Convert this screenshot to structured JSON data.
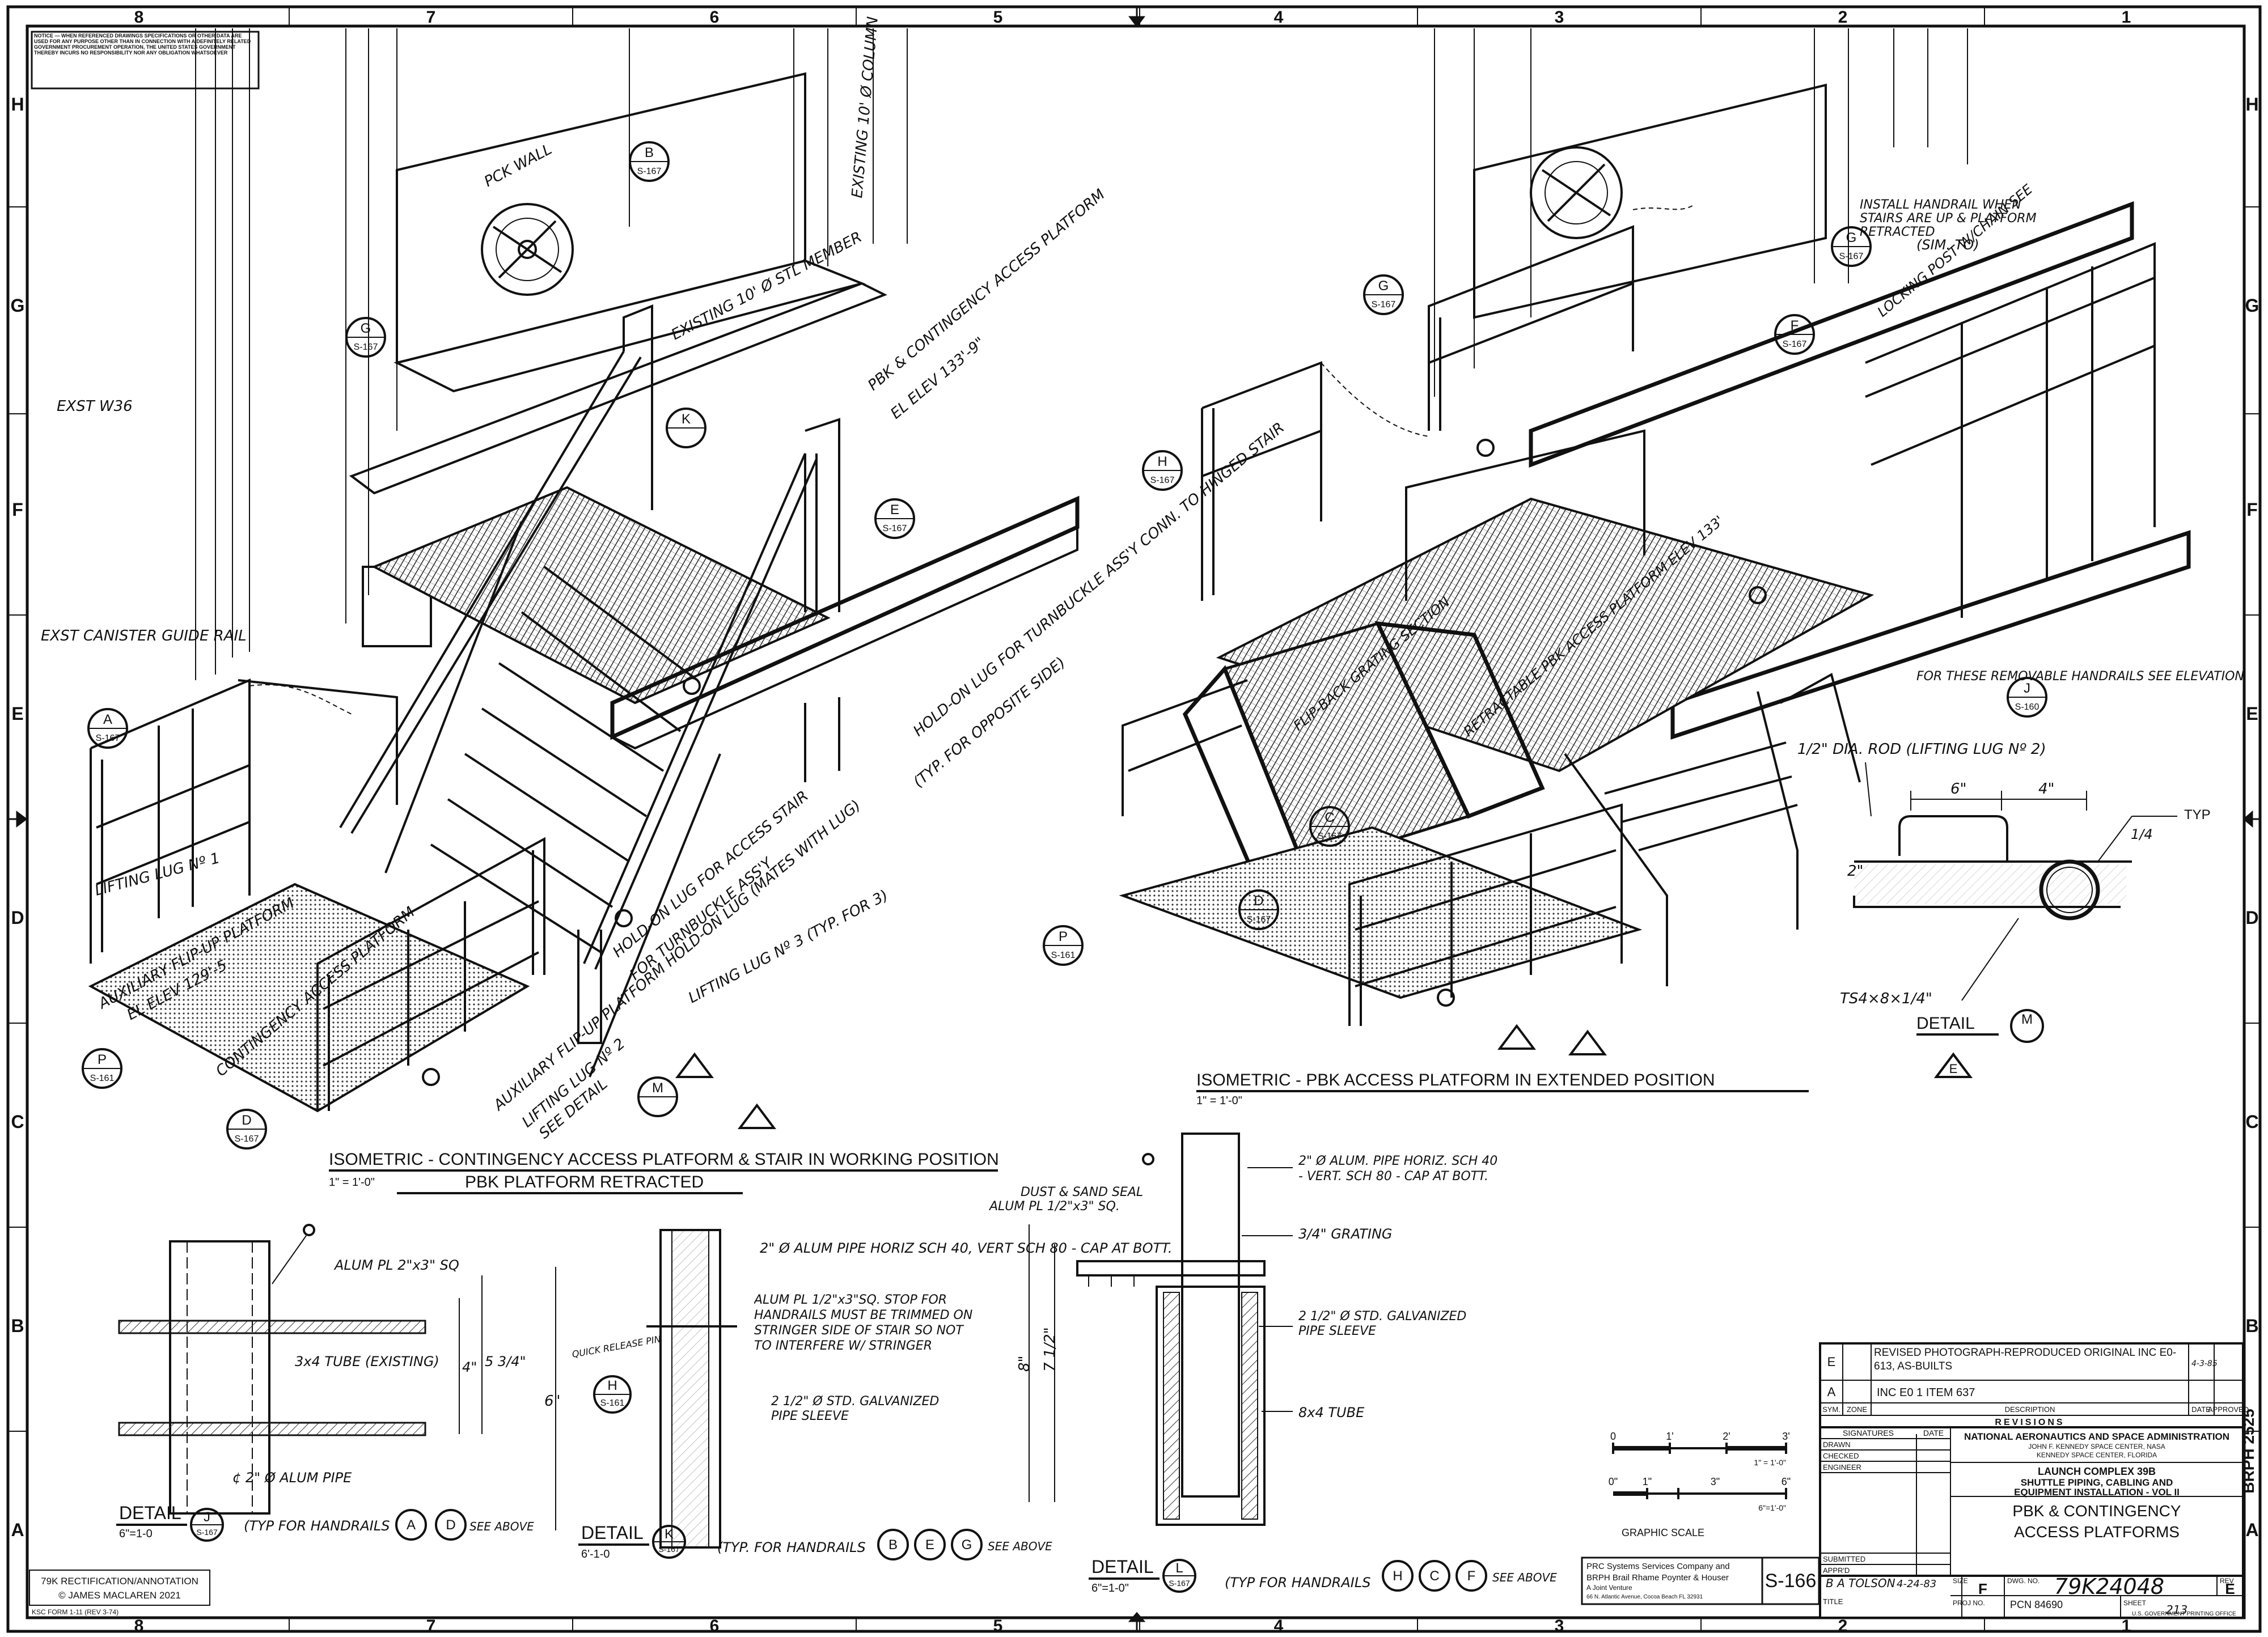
{
  "grid": {
    "columns": [
      "8",
      "7",
      "6",
      "5",
      "4",
      "3",
      "2",
      "1"
    ],
    "rows": [
      "H",
      "G",
      "F",
      "E",
      "D",
      "C",
      "B",
      "A"
    ]
  },
  "notice": "NOTICE — WHEN REFERENCED DRAWINGS SPECIFICATIONS OR OTHER DATA ARE USED FOR ANY PURPOSE OTHER THAN IN CONNECTION WITH A DEFINITELY RELATED GOVERNMENT PROCUREMENT OPERATION, THE UNITED STATES GOVERNMENT THEREBY INCURS NO RESPONSIBILITY NOR ANY OBLIGATION WHATSOEVER",
  "views": {
    "left": {
      "title": "ISOMETRIC - CONTINGENCY ACCESS PLATFORM & STAIR IN WORKING POSITION",
      "subtitle": "PBK PLATFORM RETRACTED",
      "scale": "1\" = 1'-0\""
    },
    "right": {
      "title": "ISOMETRIC - PBK ACCESS PLATFORM IN EXTENDED POSITION",
      "scale": "1\" = 1'-0\""
    }
  },
  "annotations_left": [
    "PCK WALL",
    "EXISTING 10' Ø COLUMN",
    "EXISTING 10' Ø STL MEMBER",
    "EXST W36",
    "PBK & CONTINGENCY ACCESS PLATFORM",
    "EL ELEV 133'-9\"",
    "EXST CANISTER GUIDE RAIL",
    "HOLD-ON LUG FOR TURNBUCKLE ASS'Y CONN. TO HINGED STAIR",
    "(TYP. FOR OPPOSITE SIDE)",
    "HOLD-ON LUG FOR ACCESS STAIR",
    "FOR TURNBUCKLE ASS'Y",
    "LIFTING LUG Nº 3 (TYP. FOR 3)",
    "LIFTING LUG Nº 1",
    "AUXILIARY FLIP-UP PLATFORM",
    "EL ELEV 129'-5",
    "CONTINGENCY ACCESS PLATFORM",
    "AUXILIARY FLIP-UP PLATFORM HOLD-ON LUG (MATES WITH LUG)",
    "LIFTING LUG Nº 2",
    "SEE DETAIL"
  ],
  "annotations_right": [
    "INSTALL HANDRAIL WHEN STAIRS ARE UP & PLATFORM RETRACTED",
    "(SIM. TO)",
    "LOCKING POST W/CHAIN SEE",
    "FLIP-BACK GRATING SECTION",
    "RETRACTABLE PBK ACCESS PLATFORM ELEV 133'",
    "FOR THESE REMOVABLE HANDRAILS SEE ELEVATION"
  ],
  "callouts": [
    {
      "letter": "B",
      "sheet": "S-167"
    },
    {
      "letter": "G",
      "sheet": "S-167"
    },
    {
      "letter": "K",
      "sheet": ""
    },
    {
      "letter": "E",
      "sheet": "S-167"
    },
    {
      "letter": "A",
      "sheet": "S-167"
    },
    {
      "letter": "P",
      "sheet": "S-161"
    },
    {
      "letter": "D",
      "sheet": "S-167"
    },
    {
      "letter": "M",
      "sheet": ""
    },
    {
      "letter": "G",
      "sheet": "S-167"
    },
    {
      "letter": "G",
      "sheet": "S-167"
    },
    {
      "letter": "H",
      "sheet": "S-167"
    },
    {
      "letter": "F",
      "sheet": "S-167"
    },
    {
      "letter": "J",
      "sheet": "S-160"
    },
    {
      "letter": "C",
      "sheet": "S-167"
    },
    {
      "letter": "D",
      "sheet": "S-167"
    },
    {
      "letter": "P",
      "sheet": "S-161"
    }
  ],
  "detail_m": {
    "rod": "1/2\" DIA. ROD (LIFTING LUG Nº 2)",
    "dim_a": "6\"",
    "dim_b": "4\"",
    "dim_h": "2\"",
    "weld": "1/4",
    "typ": "TYP",
    "tube": "TS4×8×1/4\"",
    "title": "DETAIL",
    "letter": "M",
    "ref_letter": "E"
  },
  "detail_j": {
    "note1": "ALUM PL 2\"x3\" SQ",
    "note2": "3x4 TUBE (EXISTING)",
    "note3": "¢ 2\" Ø ALUM PIPE",
    "dim1": "4\"",
    "dim2": "5 3/4\"",
    "title": "DETAIL",
    "letter": "J",
    "scale": "6\"=1-0",
    "sheet": "S-167",
    "typ": "(TYP FOR HANDRAILS",
    "refs": [
      "A",
      "D"
    ],
    "see": "SEE ABOVE"
  },
  "detail_k": {
    "note1": "2\" Ø ALUM PIPE HORIZ SCH 40, VERT SCH 80 - CAP AT BOTT.",
    "note2": "ALUM PL 1/2\"x3\"SQ. STOP FOR HANDRAILS MUST BE TRIMMED ON STRINGER SIDE OF STAIR SO NOT TO INTERFERE W/ STRINGER",
    "note3": "2 1/2\" Ø STD. GALVANIZED PIPE SLEEVE",
    "quick": "QUICK RELEASE PIN",
    "dim": "6\"",
    "callout": "H",
    "callout_sheet": "S-161",
    "title": "DETAIL",
    "letter": "K",
    "scale": "6'-1-0",
    "sheet": "S-167",
    "typ": "(TYP. FOR HANDRAILS",
    "refs": [
      "B",
      "E",
      "G"
    ],
    "see": "SEE ABOVE"
  },
  "detail_l": {
    "note0": "DUST & SAND SEAL",
    "note1": "ALUM PL 1/2\"x3\" SQ.",
    "note2": "2\" Ø ALUM. PIPE HORIZ. SCH 40 - VERT. SCH 80 - CAP AT BOTT.",
    "note3": "3/4\" GRATING",
    "note4": "2 1/2\" Ø STD. GALVANIZED PIPE SLEEVE",
    "note5": "8x4 TUBE",
    "dim1": "8\"",
    "dim2": "7 1/2\"",
    "title": "DETAIL",
    "letter": "L",
    "scale": "6\"=1-0\"",
    "sheet": "S-167",
    "typ": "(TYP FOR HANDRAILS",
    "refs": [
      "H",
      "C",
      "F"
    ],
    "see": "SEE ABOVE"
  },
  "graphic_scale": {
    "label": "GRAPHIC SCALE",
    "s1": [
      "0",
      "1'",
      "2'",
      "3'"
    ],
    "s1_ratio": "1\" = 1'-0\"",
    "s2": [
      "0\"",
      "1\"",
      "3\"",
      "6\""
    ],
    "s2_ratio": "6\"=1'-0\""
  },
  "revisions": {
    "rows": [
      {
        "sym": "E",
        "desc": "REVISED PHOTOGRAPH-REPRODUCED ORIGINAL INC E0-613, AS-BUILTS",
        "date": "4-3-85"
      },
      {
        "sym": "A",
        "desc": "INC E0 1  ITEM 637",
        "date": ""
      }
    ],
    "headers": [
      "SYM.",
      "ZONE",
      "DESCRIPTION",
      "DATE",
      "APPROVED"
    ],
    "title": "REVISIONS"
  },
  "title_block": {
    "agency": "NATIONAL AERONAUTICS AND SPACE ADMINISTRATION",
    "center1": "JOHN F. KENNEDY SPACE CENTER, NASA",
    "center2": "KENNEDY SPACE CENTER, FLORIDA",
    "sig_header": "SIGNATURES",
    "date_header": "DATE",
    "roles": [
      "DRAWN",
      "CHECKED",
      "ENGINEER",
      "",
      "",
      "SUBMITTED",
      "APPR'D",
      "TITLE"
    ],
    "approver": "B A TOLSON",
    "approve_date": "4-24-83",
    "project1": "LAUNCH COMPLEX 39B",
    "project2": "SHUTTLE PIPING, CABLING AND",
    "project3": "EQUIPMENT INSTALLATION - VOL II",
    "dwg_title1": "PBK & CONTINGENCY",
    "dwg_title2": "ACCESS PLATFORMS",
    "size_label": "SIZE",
    "size": "F",
    "dwg_no_label": "DWG. NO.",
    "dwg_no": "79K24048",
    "rev_label": "REV",
    "rev": "E",
    "proj_label": "PROJ NO.",
    "proj_no": "PCN 84690",
    "sheet_label": "SHEET",
    "sheet_no": "213",
    "side_code": "BRPH 2525",
    "sheet_code": "S-166"
  },
  "contractor": {
    "line1": "PRC Systems Services Company and",
    "line2": "BRPH  Brail Rhame Poynter & Houser",
    "line3": "A Joint Venture",
    "line4": "66 N. Atlantic Avenue, Cocoa Beach FL 32931"
  },
  "credits": {
    "line1": "79K RECTIFICATION/ANNOTATION",
    "line2": "© JAMES MACLAREN 2021"
  },
  "form": "KSC FORM 1-11 (REV 3-74)",
  "gov_note": "U.S. GOVERNMENT PRINTING OFFICE"
}
